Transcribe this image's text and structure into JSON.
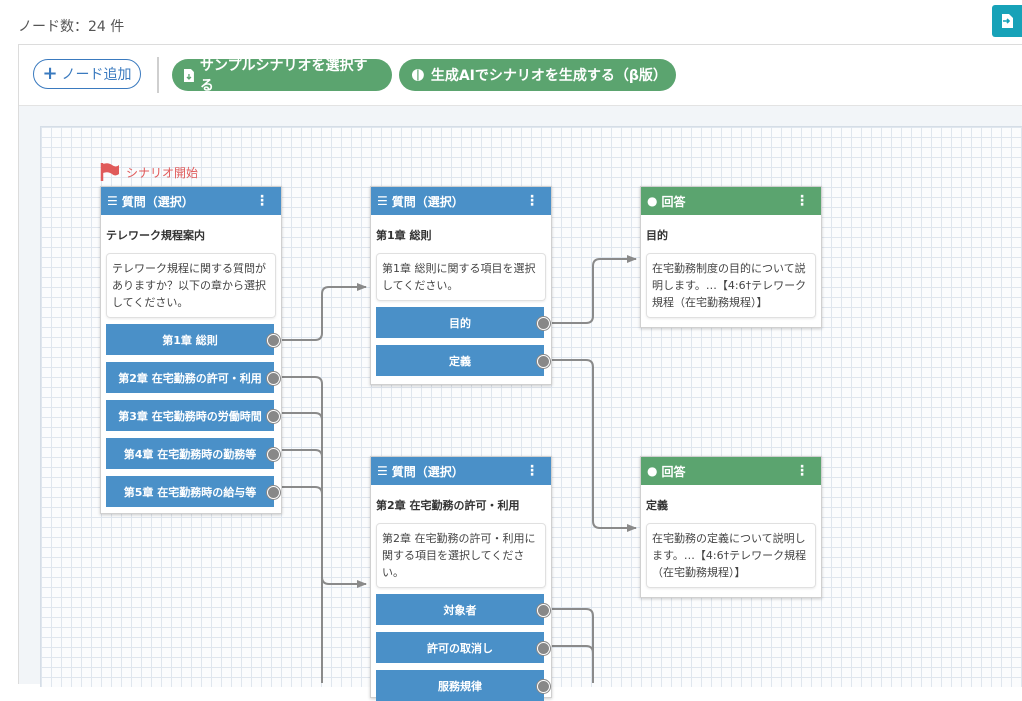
{
  "header": {
    "node_count": "ノード数：24 件"
  },
  "toolbar": {
    "add_node_label": "ノード追加",
    "sample_label": "サンプルシナリオを選択する",
    "ai_label": "生成AIでシナリオを生成する（β版）"
  },
  "canvas": {
    "start_label": "シナリオ開始",
    "nodes": {
      "q1": {
        "type_label": "質問（選択）",
        "title": "テレワーク規程案内",
        "desc": "テレワーク規程に関する質問がありますか？以下の章から選択してください。",
        "options": [
          "第1章 総則",
          "第2章 在宅勤務の許可・利用",
          "第3章 在宅勤務時の労働時間",
          "第4章 在宅勤務時の勤務等",
          "第5章 在宅勤務時の給与等"
        ]
      },
      "q2": {
        "type_label": "質問（選択）",
        "title": "第1章 総則",
        "desc": "第1章 総則に関する項目を選択してください。",
        "options": [
          "目的",
          "定義"
        ]
      },
      "q3": {
        "type_label": "質問（選択）",
        "title": "第2章 在宅勤務の許可・利用",
        "desc": "第2章 在宅勤務の許可・利用に関する項目を選択してください。",
        "options": [
          "対象者",
          "許可の取消し",
          "服務規律"
        ]
      },
      "a1": {
        "type_label": "回答",
        "title": "目的",
        "desc": "在宅勤務制度の目的について説明します。…【4:6†テレワーク規程（在宅勤務規程）】"
      },
      "a2": {
        "type_label": "回答",
        "title": "定義",
        "desc": "在宅勤務の定義について説明します。…【4:6†テレワーク規程（在宅勤務規程）】"
      }
    }
  },
  "colors": {
    "question": "#4a90c8",
    "answer": "#5ba46f",
    "accent": "#17a2b8",
    "start": "#e05a5a"
  }
}
